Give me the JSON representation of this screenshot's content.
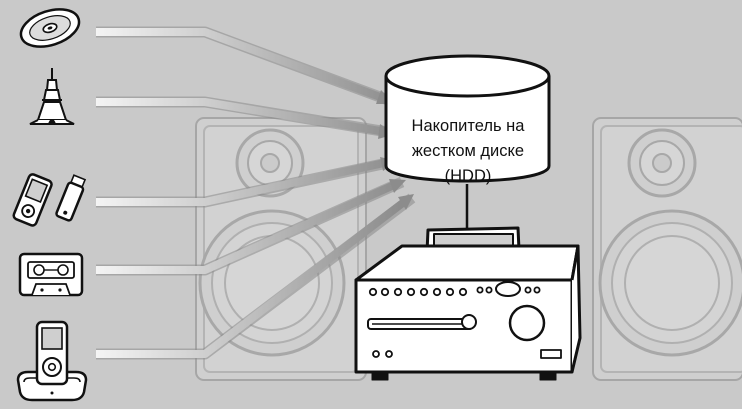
{
  "hdd": {
    "line1": "Накопитель на",
    "line2": "жестком диске",
    "line3": "(HDD)"
  },
  "sources": [
    {
      "icon": "cd-disc-icon"
    },
    {
      "icon": "radio-tower-icon"
    },
    {
      "icon": "portable-player-usb-icon"
    },
    {
      "icon": "cassette-tape-icon"
    },
    {
      "icon": "ipod-dock-icon"
    }
  ],
  "colors": {
    "background": "#c9c9c9",
    "arrow_dark": "#9a9a9a",
    "arrow_light": "#f2f2f2",
    "outline": "#111111"
  }
}
